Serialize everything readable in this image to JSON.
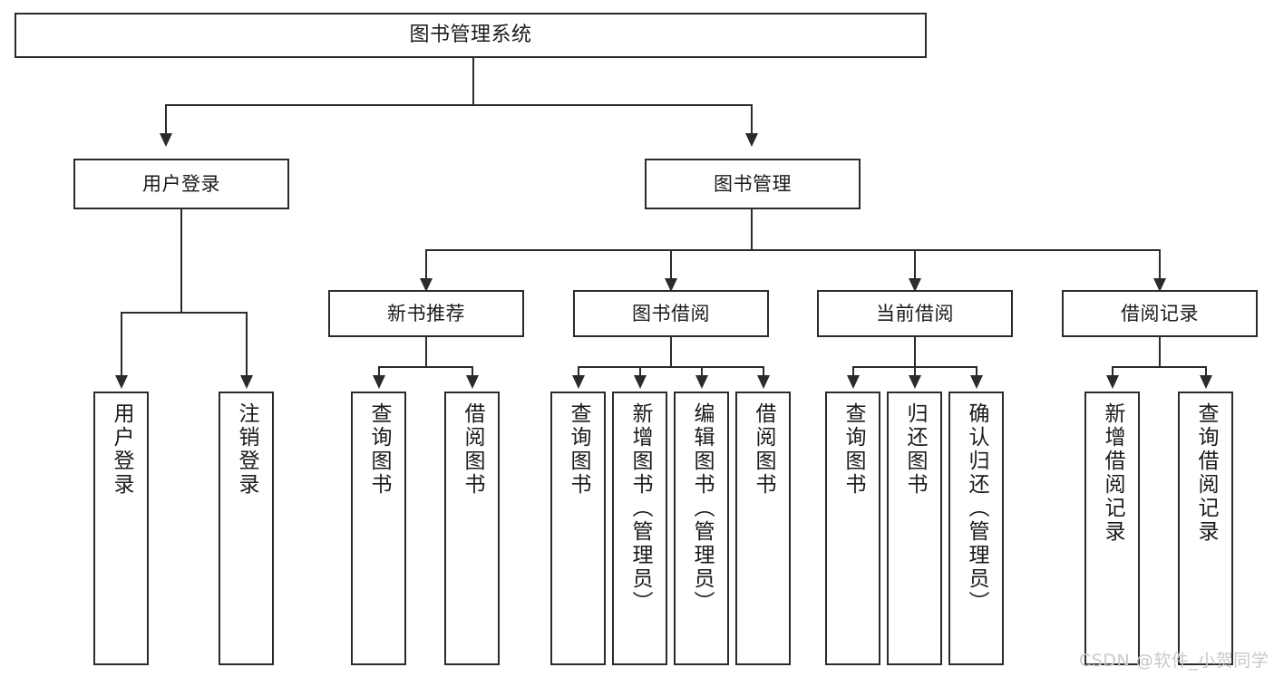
{
  "diagram": {
    "title": "图书管理系统",
    "type": "tree-hierarchy-chart",
    "watermark": "CSDN @软件_小贺同学",
    "colors": {
      "box_border": "#2b2b2b",
      "box_fill": "#ffffff",
      "connector": "#2b2b2b",
      "text": "#1a1a1a",
      "watermark": "#c9c9c9",
      "background": "#ffffff"
    },
    "root": {
      "label": "图书管理系统"
    },
    "level2": [
      {
        "label": "用户登录"
      },
      {
        "label": "图书管理"
      }
    ],
    "level3": [
      {
        "label": "新书推荐"
      },
      {
        "label": "图书借阅"
      },
      {
        "label": "当前借阅"
      },
      {
        "label": "借阅记录"
      }
    ],
    "leaves": {
      "user_login": [
        {
          "label": "用户登录"
        },
        {
          "label": "注销登录"
        }
      ],
      "new_book_recommend": [
        {
          "label": "查询图书"
        },
        {
          "label": "借阅图书"
        }
      ],
      "book_borrow": [
        {
          "label": "查询图书"
        },
        {
          "label": "新增图书（管理员）"
        },
        {
          "label": "编辑图书（管理员）"
        },
        {
          "label": "借阅图书"
        }
      ],
      "current_borrow": [
        {
          "label": "查询图书"
        },
        {
          "label": "归还图书"
        },
        {
          "label": "确认归还（管理员）"
        }
      ],
      "borrow_records": [
        {
          "label": "新增借阅记录"
        },
        {
          "label": "查询借阅记录"
        }
      ]
    }
  }
}
